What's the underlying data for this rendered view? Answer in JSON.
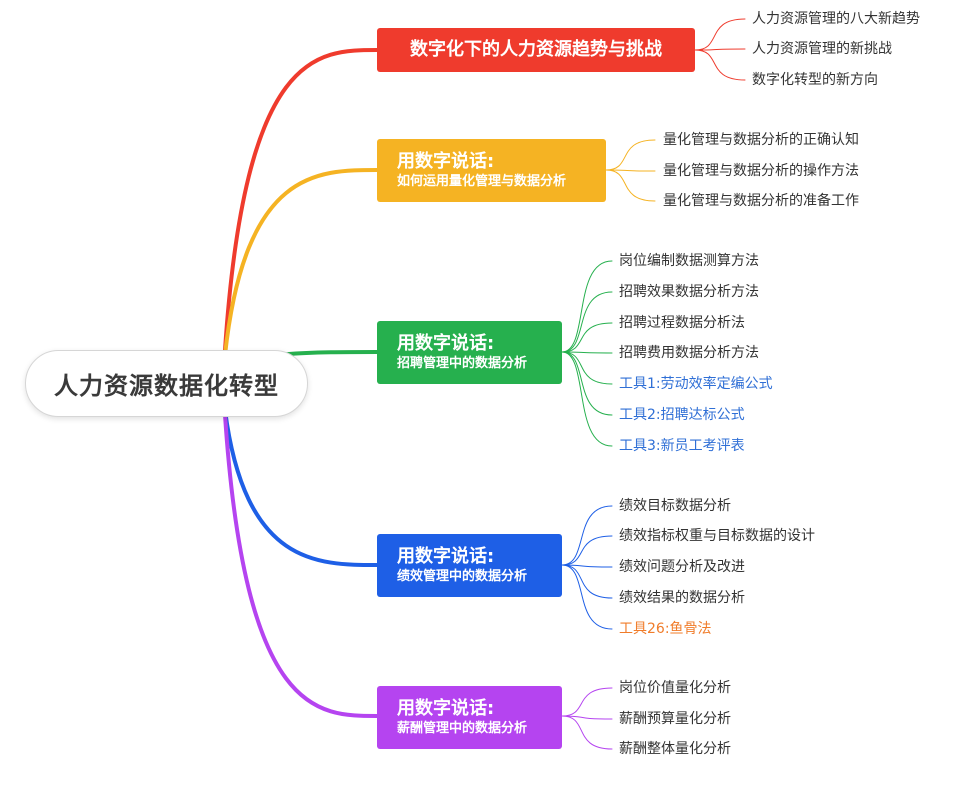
{
  "root": {
    "label": "人力资源数据化转型"
  },
  "branches": [
    {
      "title": "数字化下的人力资源趋势与挑战",
      "subtitle": "",
      "color": "#ef3b2d",
      "leaves": [
        {
          "label": "人力资源管理的八大新趋势",
          "color": "#333333"
        },
        {
          "label": "人力资源管理的新挑战",
          "color": "#333333"
        },
        {
          "label": "数字化转型的新方向",
          "color": "#333333"
        }
      ]
    },
    {
      "title": "用数字说话:",
      "subtitle": "如何运用量化管理与数据分析",
      "color": "#f5b323",
      "leaves": [
        {
          "label": "量化管理与数据分析的正确认知",
          "color": "#333333"
        },
        {
          "label": "量化管理与数据分析的操作方法",
          "color": "#333333"
        },
        {
          "label": "量化管理与数据分析的准备工作",
          "color": "#333333"
        }
      ]
    },
    {
      "title": "用数字说话:",
      "subtitle": "招聘管理中的数据分析",
      "color": "#26b04e",
      "leaves": [
        {
          "label": "岗位编制数据测算方法",
          "color": "#333333"
        },
        {
          "label": "招聘效果数据分析方法",
          "color": "#333333"
        },
        {
          "label": "招聘过程数据分析法",
          "color": "#333333"
        },
        {
          "label": "招聘费用数据分析方法",
          "color": "#333333"
        },
        {
          "label": "工具1:劳动效率定编公式",
          "color": "#2f6fd6"
        },
        {
          "label": "工具2:招聘达标公式",
          "color": "#2f6fd6"
        },
        {
          "label": "工具3:新员工考评表",
          "color": "#2f6fd6"
        }
      ]
    },
    {
      "title": "用数字说话:",
      "subtitle": "绩效管理中的数据分析",
      "color": "#1e5fe6",
      "leaves": [
        {
          "label": "绩效目标数据分析",
          "color": "#333333"
        },
        {
          "label": "绩效指标权重与目标数据的设计",
          "color": "#333333"
        },
        {
          "label": "绩效问题分析及改进",
          "color": "#333333"
        },
        {
          "label": "绩效结果的数据分析",
          "color": "#333333"
        },
        {
          "label": "工具26:鱼骨法",
          "color": "#f07c2a"
        }
      ]
    },
    {
      "title": "用数字说话:",
      "subtitle": "薪酬管理中的数据分析",
      "color": "#b544f0",
      "leaves": [
        {
          "label": "岗位价值量化分析",
          "color": "#333333"
        },
        {
          "label": "薪酬预算量化分析",
          "color": "#333333"
        },
        {
          "label": "薪酬整体量化分析",
          "color": "#333333"
        }
      ]
    }
  ]
}
